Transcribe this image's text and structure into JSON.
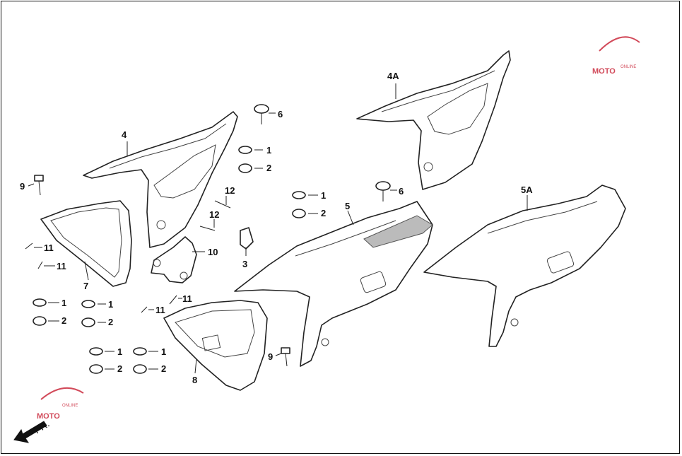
{
  "callouts": {
    "c1a": "1",
    "c2a": "2",
    "c1b": "1",
    "c2b": "2",
    "c1c": "1",
    "c2c": "2",
    "c1d": "1",
    "c2d": "2",
    "c1e": "1",
    "c2e": "2",
    "c1f": "1",
    "c2f": "2",
    "c3": "3",
    "c4": "4",
    "c4a": "4A",
    "c5": "5",
    "c5a": "5A",
    "c6a": "6",
    "c6b": "6",
    "c7": "7",
    "c8": "8",
    "c9a": "9",
    "c9b": "9",
    "c10": "10",
    "c11a": "11",
    "c11b": "11",
    "c11c": "11",
    "c11d": "11",
    "c12a": "12",
    "c12b": "12"
  },
  "direction_label": "FR.",
  "watermark": {
    "brand": "MOTO",
    "sub": "ONLINE"
  },
  "colors": {
    "line": "#222222",
    "watermark": "#d24a5a",
    "background": "#ffffff"
  }
}
